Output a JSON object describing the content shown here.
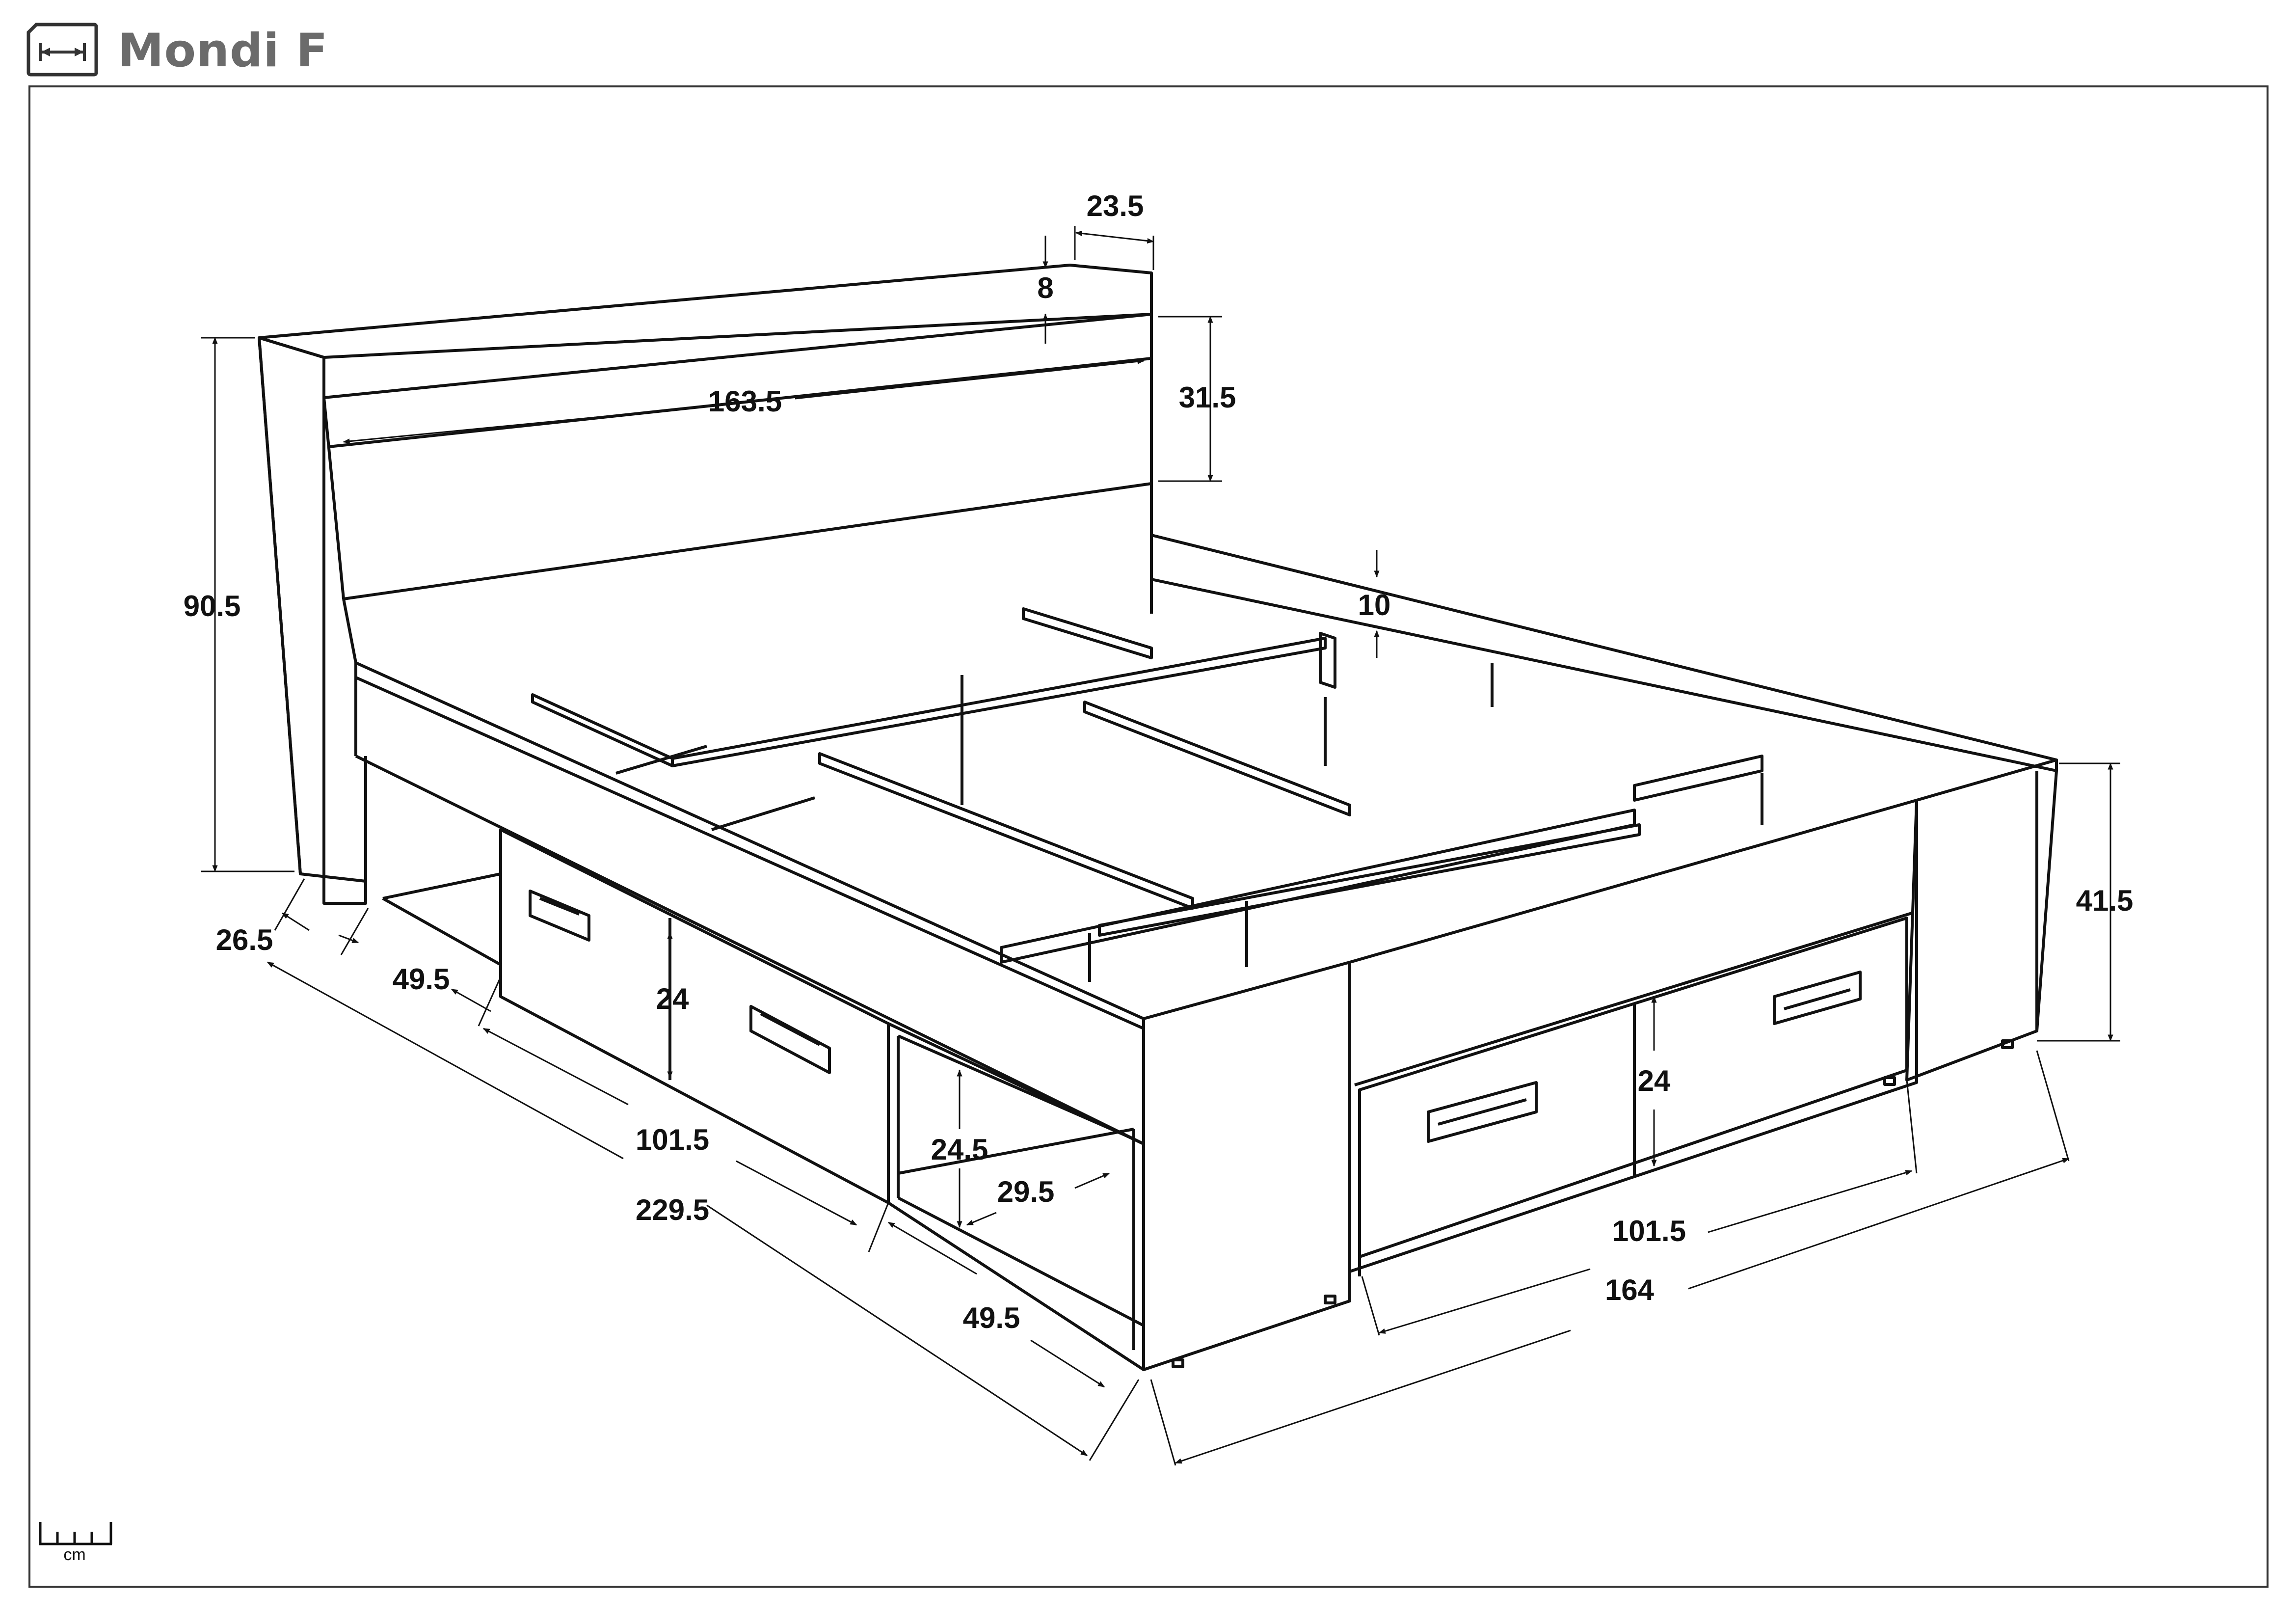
{
  "header": {
    "title": "Mondi F",
    "icon": "dimensions-ruler-icon"
  },
  "dimensions": {
    "headboard_shelf_depth": "23.5",
    "headboard_shelf_lip": "8",
    "headboard_width": "163.5",
    "headboard_panel_height": "31.5",
    "total_height": "90.5",
    "side_rail_height": "10",
    "foot_height": "41.5",
    "headboard_depth": "26.5",
    "side_front_section": "49.5",
    "side_drawer_width": "101.5",
    "side_drawer_height": "24",
    "total_length": "229.5",
    "open_compartment_height": "24.5",
    "open_compartment_depth": "29.5",
    "side_rear_section": "49.5",
    "foot_drawer_height": "24",
    "foot_drawer_width": "101.5",
    "total_width": "164"
  },
  "scale": {
    "unit": "cm",
    "icon": "ruler-scale-icon"
  },
  "colors": {
    "line": "#111111",
    "title": "#6b6b6b",
    "frame": "#333333"
  }
}
